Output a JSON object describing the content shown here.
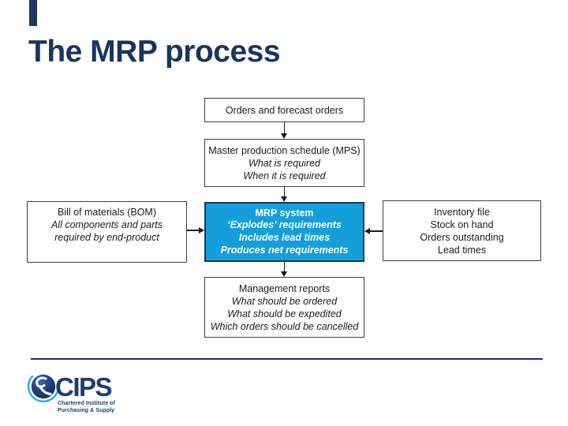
{
  "slide": {
    "title": "The MRP process"
  },
  "palette": {
    "title_navy": "#17365D",
    "mrp_fill": "#149FDB",
    "mrp_border": "#16375B",
    "box_border": "#404040",
    "arrow_color": "#1a1a1a"
  },
  "diagram": {
    "boxes": {
      "orders": {
        "title": "Orders and forecast orders"
      },
      "mps": {
        "title": "Master production schedule (MPS)",
        "details": [
          "What is required",
          "When it is required"
        ]
      },
      "bom": {
        "title": "Bill of materials (BOM)",
        "details": [
          "All components and parts",
          "required by end-product"
        ]
      },
      "mrp": {
        "title": "MRP system",
        "details": [
          "‘Explodes’ requirements",
          "Includes lead times",
          "Produces net requirements"
        ]
      },
      "inventory": {
        "title": "Inventory file",
        "details": [
          "Stock on hand",
          "Orders outstanding",
          "Lead times"
        ]
      },
      "management": {
        "title": "Management reports",
        "details": [
          "What should be ordered",
          "What should be expedited",
          "Which orders should be cancelled"
        ]
      }
    }
  },
  "footer": {
    "logo_text": "CIPS",
    "tagline_line1": "Chartered Institute of",
    "tagline_line2": "Purchasing & Supply",
    "globe_icon": "cips-globe-icon"
  }
}
